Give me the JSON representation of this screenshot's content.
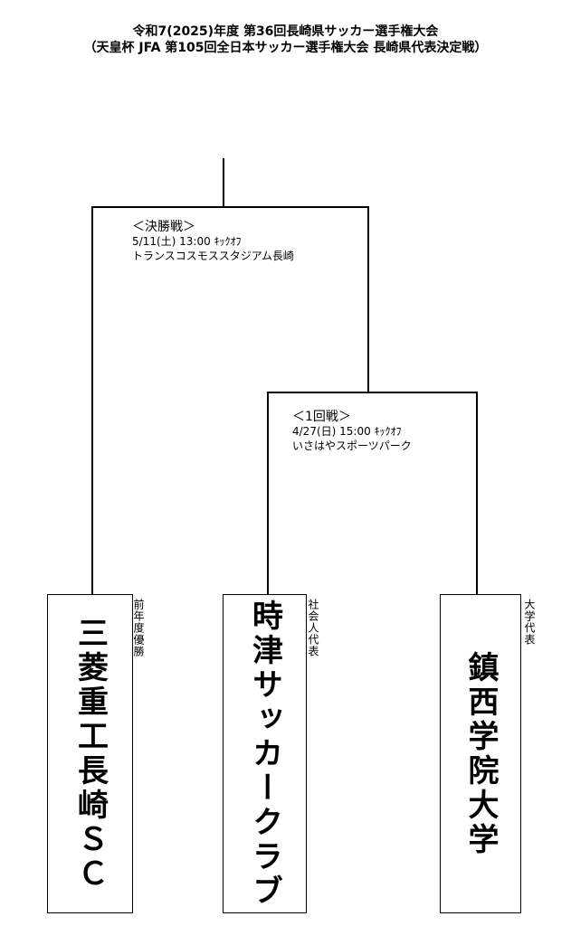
{
  "title": {
    "line1": "令和7(2025)年度 第36回長崎県サッカー選手権大会",
    "line2": "（天皇杯 JFA 第105回全日本サッカー選手権大会 長崎県代表決定戦）"
  },
  "matches": {
    "final": {
      "heading": "＜決勝戦＞",
      "datetime": "5/11(土) 13:00 ｷｯｸｵﾌ",
      "venue": "トランスコスモススタジアム長崎"
    },
    "round1": {
      "heading": "＜1回戦＞",
      "datetime": "4/27(日) 15:00 ｷｯｸｵﾌ",
      "venue": "いさはやスポーツパーク"
    }
  },
  "teams": [
    {
      "name": "三菱重工長崎ＳＣ",
      "note": "前年度優勝"
    },
    {
      "name": "時津サッカークラブ",
      "note": "社会人代表"
    },
    {
      "name": "鎮西学院大学",
      "note": "大学代表"
    }
  ]
}
